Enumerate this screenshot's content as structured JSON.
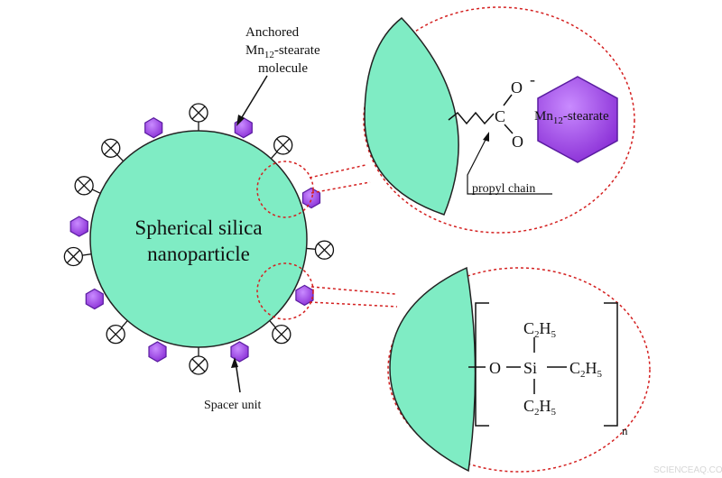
{
  "labels": {
    "nanoparticle_line1": "Spherical silica",
    "nanoparticle_line2": "nanoparticle",
    "anchored_line1": "Anchored",
    "anchored_line2_base": "Mn",
    "anchored_line2_sub": "12",
    "anchored_line2_rest": "-stearate",
    "anchored_line3": "molecule",
    "spacer": "Spacer unit",
    "propyl": "propyl chain"
  },
  "top_zoom": {
    "oxygen_top": "O",
    "charge": "-",
    "carbon": "C",
    "oxygen_bottom": "O",
    "hexagon_base": "Mn",
    "hexagon_sub": "12",
    "hexagon_rest": "-stearate"
  },
  "bottom_zoom": {
    "o": "O",
    "si": "Si",
    "ethyl_top_c": "C",
    "ethyl_top_c_sub": "2",
    "ethyl_top_h": "H",
    "ethyl_top_h_sub": "5",
    "ethyl_right_c": "C",
    "ethyl_right_c_sub": "2",
    "ethyl_right_h": "H",
    "ethyl_right_h_sub": "5",
    "ethyl_bottom_c": "C",
    "ethyl_bottom_c_sub": "2",
    "ethyl_bottom_h": "H",
    "ethyl_bottom_h_sub": "5",
    "repeat_n": "n"
  },
  "watermark": "SCIENCEAQ.COM",
  "colors": {
    "particle_fill": "#7fecc4",
    "hexagon_fill": "#a855e8",
    "hexagon_stroke": "#5a1ca0",
    "dashed_red": "#d42020"
  },
  "icons": {
    "spacer": "circled-x-icon",
    "mn12": "purple-hexagon-icon"
  }
}
